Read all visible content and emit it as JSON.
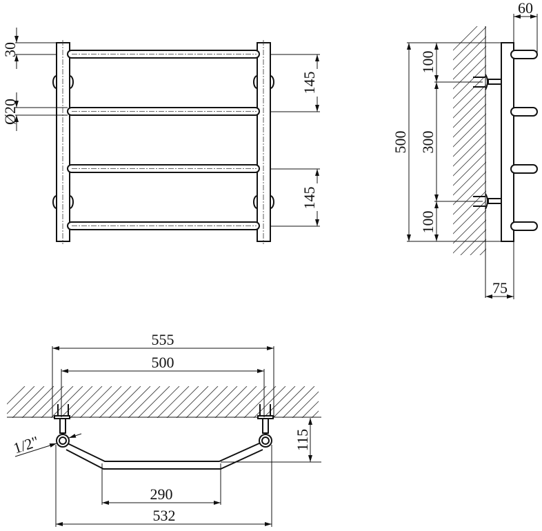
{
  "drawing": {
    "type": "technical drawing - ladder towel rail (4 bars)",
    "front_view": {
      "dims": {
        "top_offset": "30",
        "tube_diameter": "Ø20",
        "bar_spacing_top": "145",
        "bar_spacing_bottom": "145"
      }
    },
    "side_view": {
      "dims": {
        "bar_projection": "60",
        "total_height": "500",
        "top_to_mount": "100",
        "mount_spacing": "300",
        "mount_to_bottom": "100",
        "wall_clearance": "75"
      }
    },
    "top_view": {
      "dims": {
        "overall_width": "555",
        "connection_centers": "500",
        "thread": "1/2\"",
        "depth": "115",
        "straight_section": "290",
        "body_width": "532"
      }
    },
    "colors": {
      "line": "#111111",
      "background": "#ffffff"
    }
  }
}
